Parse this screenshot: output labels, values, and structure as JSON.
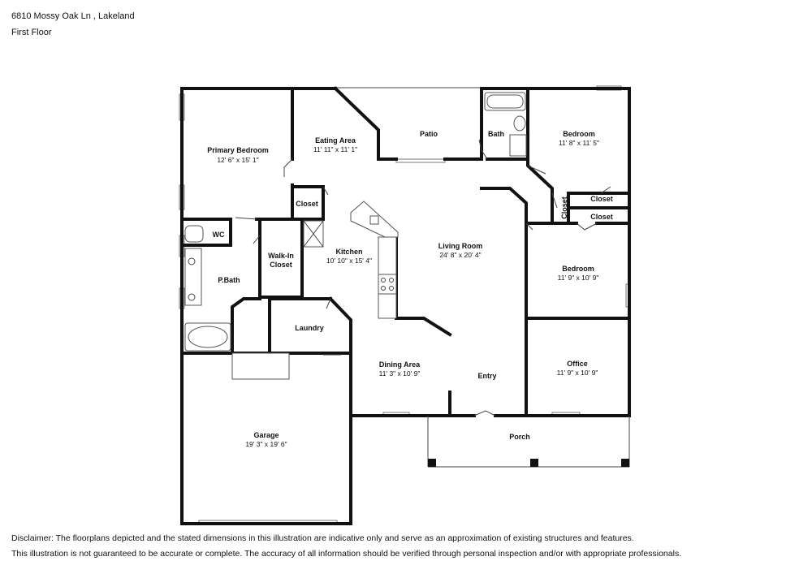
{
  "header": {
    "address": "6810 Mossy Oak Ln , Lakeland",
    "floor": "First Floor"
  },
  "rooms": [
    {
      "name": "Primary Bedroom",
      "dims": "12' 6\" x 15' 1\""
    },
    {
      "name": "Eating Area",
      "dims": "11' 11\" x 11' 1\""
    },
    {
      "name": "Patio",
      "dims": ""
    },
    {
      "name": "Bath",
      "dims": ""
    },
    {
      "name": "Bedroom",
      "dims": "11' 8\" x 11' 5\""
    },
    {
      "name": "Closet",
      "dims": ""
    },
    {
      "name": "Closet",
      "dims": ""
    },
    {
      "name": "Closet",
      "dims": ""
    },
    {
      "name": "Closet",
      "dims": ""
    },
    {
      "name": "WC",
      "dims": ""
    },
    {
      "name": "Walk-In Closet",
      "dims": ""
    },
    {
      "name": "Kitchen",
      "dims": "10' 10\" x 15' 4\""
    },
    {
      "name": "Living Room",
      "dims": "24' 8\" x 20' 4\""
    },
    {
      "name": "P.Bath",
      "dims": ""
    },
    {
      "name": "Bedroom",
      "dims": "11' 9\" x 10' 9\""
    },
    {
      "name": "Laundry",
      "dims": ""
    },
    {
      "name": "Dining Area",
      "dims": "11' 3\" x 10' 9\""
    },
    {
      "name": "Entry",
      "dims": ""
    },
    {
      "name": "Office",
      "dims": "11' 9\" x 10' 9\""
    },
    {
      "name": "Porch",
      "dims": ""
    },
    {
      "name": "Garage",
      "dims": "19' 3\" x 19' 6\""
    }
  ],
  "walkin_lines": [
    "Walk-In",
    "Closet"
  ],
  "disclaimer": {
    "line1": "Disclaimer: The floorplans depicted and the stated dimensions in this illustration are indicative only and serve as an approximation of existing structures and features.",
    "line2": "This illustration is not guaranteed to be accurate or complete. The accuracy of all information should be verified through personal inspection and/or with appropriate professionals."
  }
}
